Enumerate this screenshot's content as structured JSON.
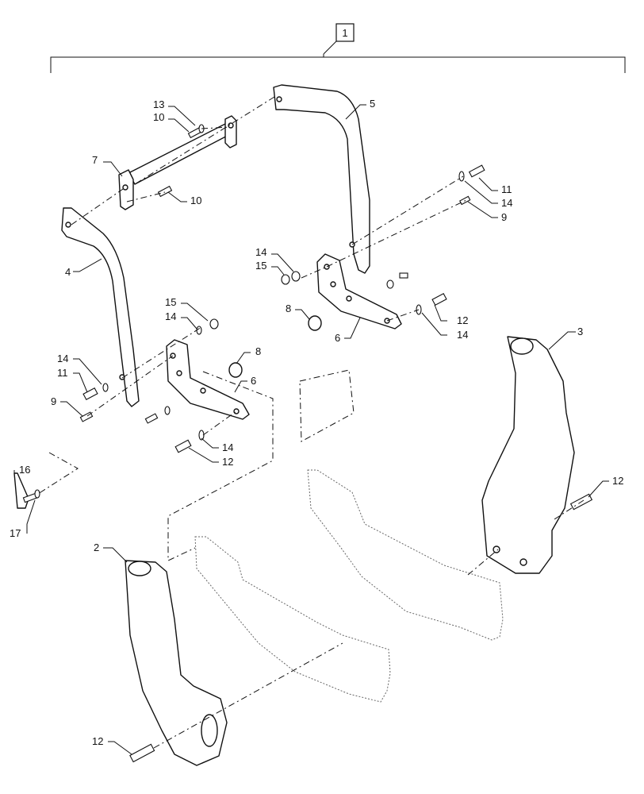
{
  "assembly_label": "1",
  "callouts": [
    {
      "id": "c13",
      "text": "13"
    },
    {
      "id": "c10a",
      "text": "10"
    },
    {
      "id": "c7",
      "text": "7"
    },
    {
      "id": "c10b",
      "text": "10"
    },
    {
      "id": "c5",
      "text": "5"
    },
    {
      "id": "c11a",
      "text": "11"
    },
    {
      "id": "c14a",
      "text": "14"
    },
    {
      "id": "c9a",
      "text": "9"
    },
    {
      "id": "c4",
      "text": "4"
    },
    {
      "id": "c14b",
      "text": "14"
    },
    {
      "id": "c15a",
      "text": "15"
    },
    {
      "id": "c8a",
      "text": "8"
    },
    {
      "id": "c6a",
      "text": "6"
    },
    {
      "id": "c12a",
      "text": "12"
    },
    {
      "id": "c14c",
      "text": "14"
    },
    {
      "id": "c15b",
      "text": "15"
    },
    {
      "id": "c14d",
      "text": "14"
    },
    {
      "id": "c8b",
      "text": "8"
    },
    {
      "id": "c3",
      "text": "3"
    },
    {
      "id": "c14e",
      "text": "14"
    },
    {
      "id": "c11b",
      "text": "11"
    },
    {
      "id": "c6b",
      "text": "6"
    },
    {
      "id": "c9b",
      "text": "9"
    },
    {
      "id": "c14f",
      "text": "14"
    },
    {
      "id": "c12b",
      "text": "12"
    },
    {
      "id": "c16",
      "text": "16"
    },
    {
      "id": "c17",
      "text": "17"
    },
    {
      "id": "c12c",
      "text": "12"
    },
    {
      "id": "c2",
      "text": "2"
    },
    {
      "id": "c12d",
      "text": "12"
    }
  ]
}
